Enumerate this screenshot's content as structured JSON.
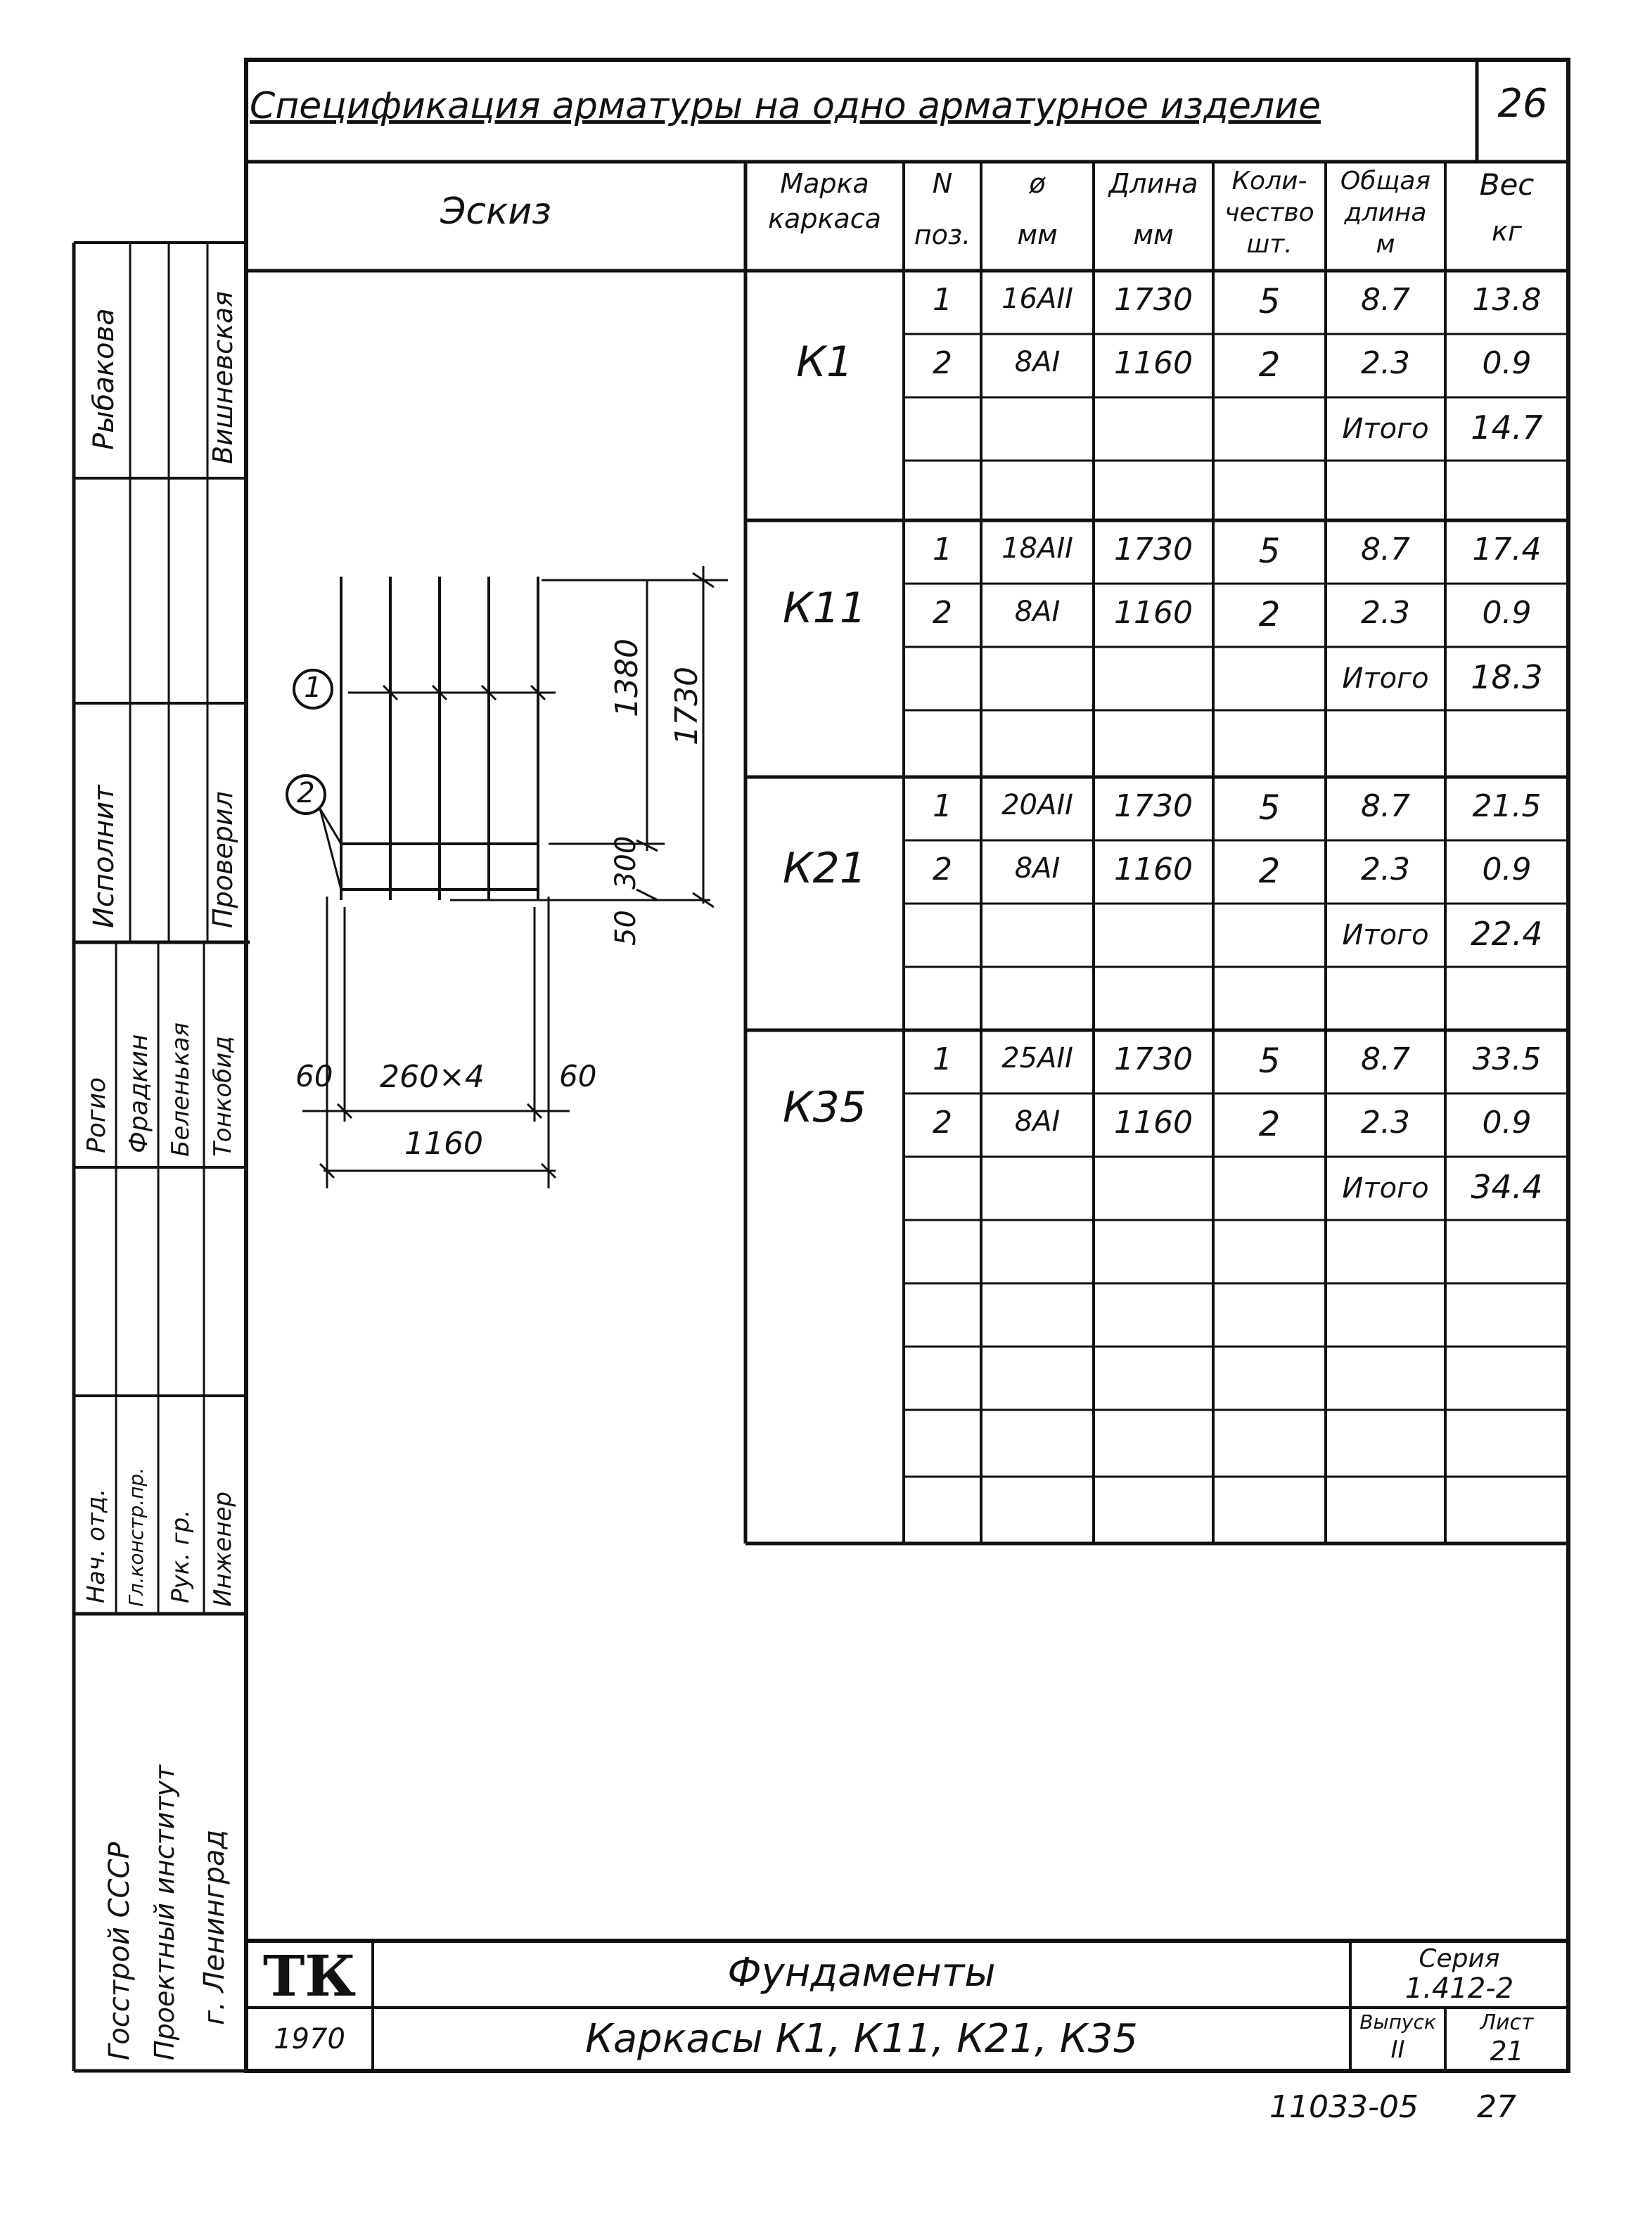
{
  "sheet": {
    "title": "Спецификация арматуры на одно арматурное изделие",
    "corner_number": "26",
    "bottom_code": "11033-05",
    "bottom_page": "27"
  },
  "table": {
    "headers": {
      "sketch": "Эскиз",
      "mark": [
        "Марка",
        "каркаса"
      ],
      "pos": [
        "N",
        "поз."
      ],
      "diam": [
        "ø",
        "мм"
      ],
      "length": [
        "Длина",
        "мм"
      ],
      "qty": [
        "Коли-",
        "чество",
        "шт."
      ],
      "total_length": [
        "Общая",
        "длина",
        "м"
      ],
      "weight": [
        "Вес",
        "кг"
      ]
    },
    "groups": [
      {
        "mark": "К1",
        "rows": [
          {
            "pos": "1",
            "diam": "16АII",
            "length": "1730",
            "qty": "5",
            "total": "8.7",
            "weight": "13.8"
          },
          {
            "pos": "2",
            "diam": "8АI",
            "length": "1160",
            "qty": "2",
            "total": "2.3",
            "weight": "0.9"
          }
        ],
        "sum_label": "Итого",
        "sum": "14.7"
      },
      {
        "mark": "К11",
        "rows": [
          {
            "pos": "1",
            "diam": "18АII",
            "length": "1730",
            "qty": "5",
            "total": "8.7",
            "weight": "17.4"
          },
          {
            "pos": "2",
            "diam": "8АI",
            "length": "1160",
            "qty": "2",
            "total": "2.3",
            "weight": "0.9"
          }
        ],
        "sum_label": "Итого",
        "sum": "18.3"
      },
      {
        "mark": "К21",
        "rows": [
          {
            "pos": "1",
            "diam": "20АII",
            "length": "1730",
            "qty": "5",
            "total": "8.7",
            "weight": "21.5"
          },
          {
            "pos": "2",
            "diam": "8АI",
            "length": "1160",
            "qty": "2",
            "total": "2.3",
            "weight": "0.9"
          }
        ],
        "sum_label": "Итого",
        "sum": "22.4"
      },
      {
        "mark": "К35",
        "rows": [
          {
            "pos": "1",
            "diam": "25АII",
            "length": "1730",
            "qty": "5",
            "total": "8.7",
            "weight": "33.5"
          },
          {
            "pos": "2",
            "diam": "8АI",
            "length": "1160",
            "qty": "2",
            "total": "2.3",
            "weight": "0.9"
          }
        ],
        "sum_label": "Итого",
        "sum": "34.4"
      }
    ]
  },
  "sketch": {
    "callout_1": "1",
    "callout_2": "2",
    "dim_1380": "1380",
    "dim_1730": "1730",
    "dim_300": "300",
    "dim_50": "50",
    "dim_60_left": "60",
    "dim_260x4": "260×4",
    "dim_60_right": "60",
    "dim_1160": "1160"
  },
  "side_stamp": {
    "row1": [
      "Рыбакова",
      "Вишневская"
    ],
    "row1_labels": [
      "Исполнит",
      "Проверил"
    ],
    "row2": [
      "Рогио",
      "Фрадкин",
      "Беленькая",
      "Тонкобид"
    ],
    "row2_labels": [
      "Нач. отд.",
      "Гл.констр.пр.",
      "Рук. гр.",
      "Инженер"
    ],
    "org": [
      "Госстрой СССР",
      "Проектный институт",
      "г. Ленинград"
    ]
  },
  "title_block": {
    "logo": "ТК",
    "year": "1970",
    "name": "Фундаменты",
    "subname": "Каркасы К1, К11, К21, К35",
    "series_label": "Серия",
    "series_value": "1.412-2",
    "issue_label": "Выпуск",
    "issue_value": "II",
    "sheet_label": "Лист",
    "sheet_value": "21"
  }
}
